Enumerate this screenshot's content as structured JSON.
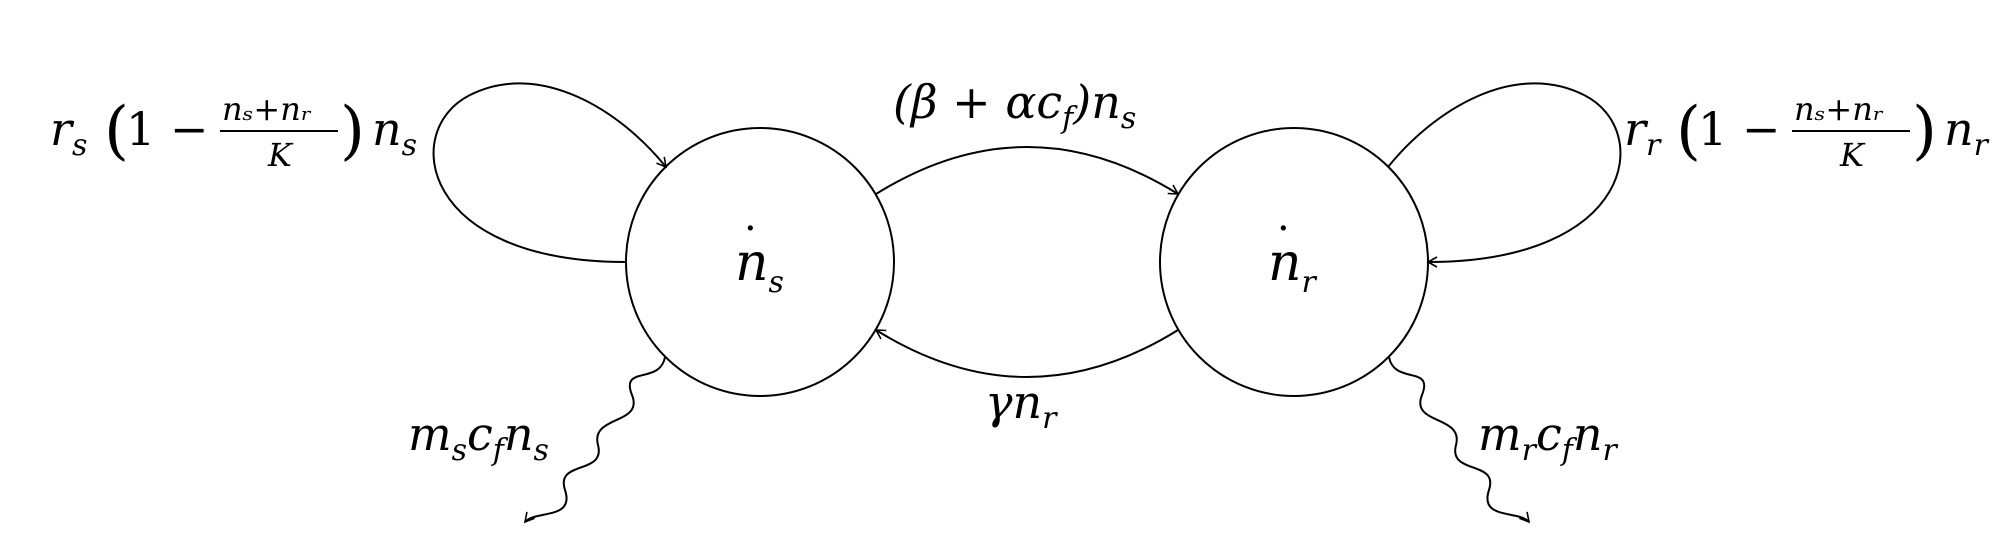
{
  "nodes": {
    "ns": {
      "symbol": "n",
      "subscript": "s"
    },
    "nr": {
      "symbol": "n",
      "subscript": "r"
    }
  },
  "edges": {
    "transfer_s_to_r": {
      "text": "(β + αc",
      "sub": "f",
      "tail": ")n",
      "tail_sub": "s"
    },
    "transfer_r_to_s": {
      "text": "γn",
      "sub": "r"
    },
    "growth_s": {
      "prefix": "r",
      "prefix_sub": "s",
      "one_minus": "1 −",
      "numerator": "nₛ+nᵣ",
      "denominator": "K",
      "suffix": "n",
      "suffix_sub": "s"
    },
    "growth_r": {
      "prefix": "r",
      "prefix_sub": "r",
      "one_minus": "1 −",
      "numerator": "nₛ+nᵣ",
      "denominator": "K",
      "suffix": "n",
      "suffix_sub": "r"
    },
    "death_s": {
      "m": "m",
      "m_sub": "s",
      "c": "c",
      "c_sub": "f",
      "n": "n",
      "n_sub": "s"
    },
    "death_r": {
      "m": "m",
      "m_sub": "r",
      "c": "c",
      "c_sub": "f",
      "n": "n",
      "n_sub": "r"
    }
  },
  "style": {
    "stroke": "#000000",
    "background": "#ffffff"
  }
}
